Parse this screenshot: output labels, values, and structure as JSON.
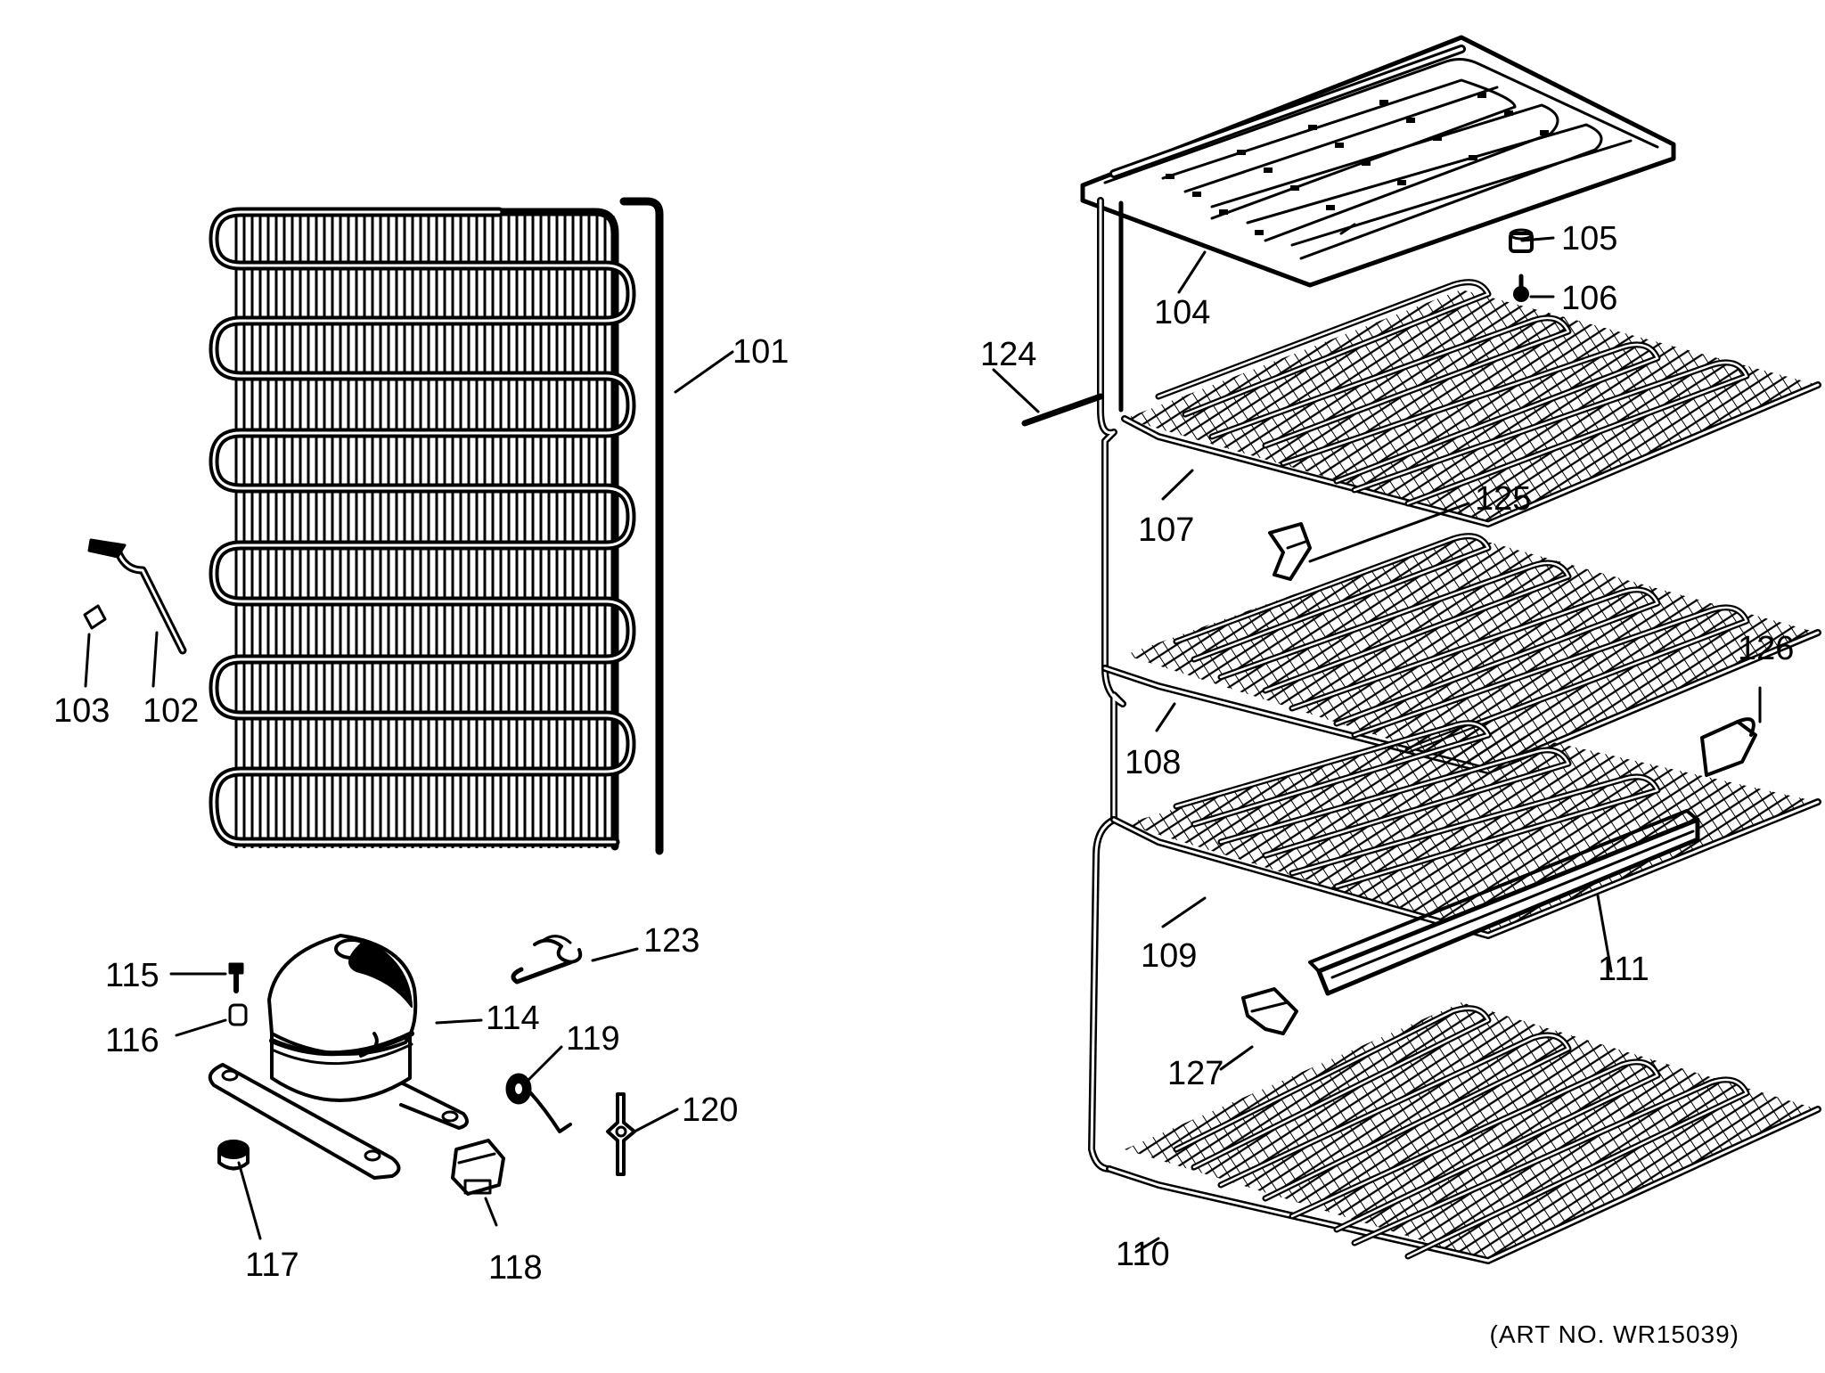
{
  "diagram": {
    "art_number": "(ART NO. WR15039)",
    "parts": [
      {
        "id": "p101",
        "label": "101"
      },
      {
        "id": "p102",
        "label": "102"
      },
      {
        "id": "p103",
        "label": "103"
      },
      {
        "id": "p104",
        "label": "104"
      },
      {
        "id": "p105",
        "label": "105"
      },
      {
        "id": "p106",
        "label": "106"
      },
      {
        "id": "p107",
        "label": "107"
      },
      {
        "id": "p108",
        "label": "108"
      },
      {
        "id": "p109",
        "label": "109"
      },
      {
        "id": "p110",
        "label": "110"
      },
      {
        "id": "p111",
        "label": "111"
      },
      {
        "id": "p114",
        "label": "114"
      },
      {
        "id": "p115",
        "label": "115"
      },
      {
        "id": "p116",
        "label": "116"
      },
      {
        "id": "p117",
        "label": "117"
      },
      {
        "id": "p118",
        "label": "118"
      },
      {
        "id": "p119",
        "label": "119"
      },
      {
        "id": "p120",
        "label": "120"
      },
      {
        "id": "p123",
        "label": "123"
      },
      {
        "id": "p124",
        "label": "124"
      },
      {
        "id": "p125",
        "label": "125"
      },
      {
        "id": "p126",
        "label": "126"
      },
      {
        "id": "p127",
        "label": "127"
      }
    ]
  }
}
